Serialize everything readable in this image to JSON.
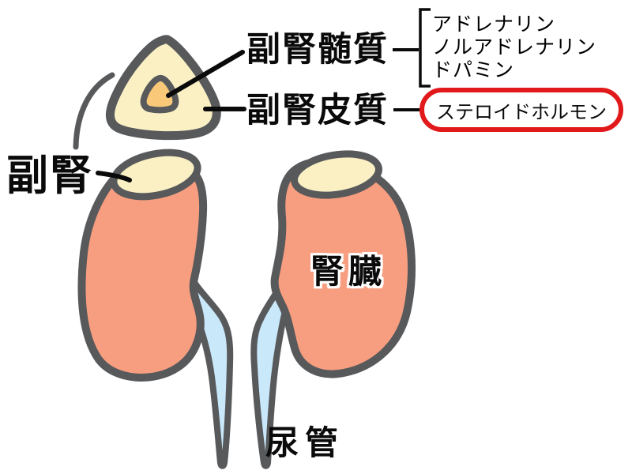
{
  "diagram": {
    "title_context": "adrenal gland and kidney anatomy",
    "labels": {
      "adrenal_gland": "副腎",
      "adrenal_medulla": "副腎髄質",
      "adrenal_cortex": "副腎皮質",
      "kidney": "腎臓",
      "ureter": "尿管",
      "steroid_hormone": "ステロイドホルモン",
      "medulla_hormones": [
        "アドレナリン",
        "ノルアドレナリン",
        "ドパミン"
      ]
    },
    "colors": {
      "background": "#FFFFFF",
      "outline_gray": "#58595B",
      "kidney_salmon": "#F89E80",
      "adrenal_cream": "#FAF0C4",
      "medulla_orange": "#F9C979",
      "ureter_blue": "#C9E9FB",
      "highlight_red": "#E1191B",
      "pointer_black": "#0A0A0A"
    }
  }
}
